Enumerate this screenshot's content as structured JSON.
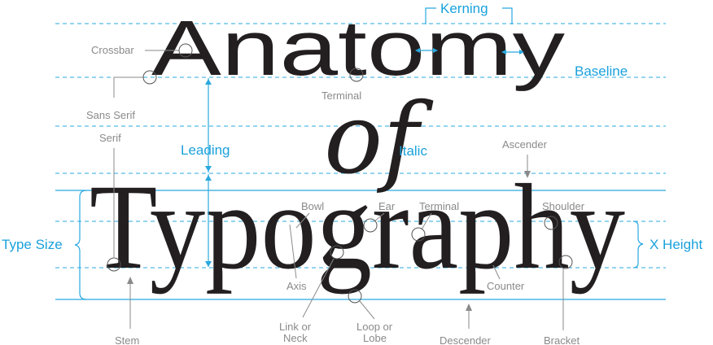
{
  "title": {
    "line1": "Anatomy",
    "line2": "of",
    "line3": "Typography"
  },
  "labels": {
    "crossbar": "Crossbar",
    "sans_serif": "Sans Serif",
    "serif": "Serif",
    "terminal_top": "Terminal",
    "kerning": "Kerning",
    "baseline": "Baseline",
    "leading": "Leading",
    "italic": "Italic",
    "ascender": "Ascender",
    "type_size": "Type Size",
    "bowl": "Bowl",
    "ear": "Ear",
    "terminal_bottom": "Terminal",
    "shoulder": "Shoulder",
    "x_height": "X Height",
    "axis": "Axis",
    "counter": "Counter",
    "stem": "Stem",
    "link_or_neck_1": "Link or",
    "link_or_neck_2": "Neck",
    "loop_or_lobe_1": "Loop or",
    "loop_or_lobe_2": "Lobe",
    "descender": "Descender",
    "bracket": "Bracket"
  },
  "colors": {
    "accent_blue": "#1aa1dc",
    "annotation_gray": "#8a8a8a",
    "ink": "#231f20"
  }
}
